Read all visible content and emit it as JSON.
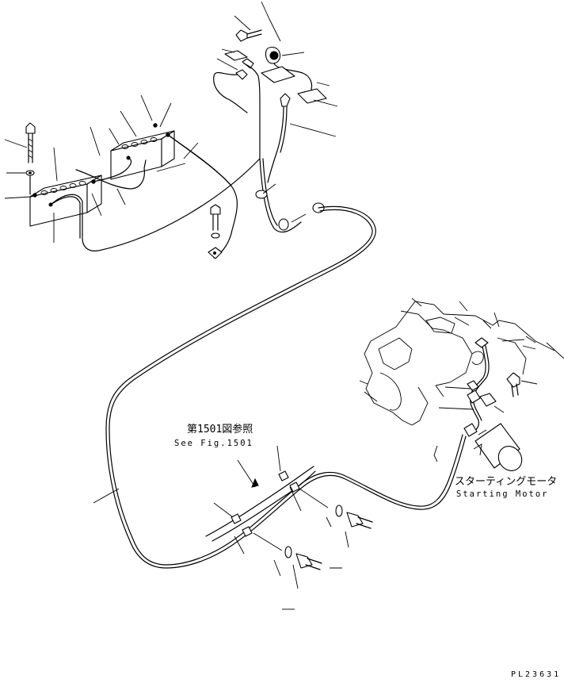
{
  "references": {
    "fig_ref_jp": "第1501図参照",
    "fig_ref_en": "See Fig.1501"
  },
  "components": {
    "starting_motor_jp": "スターティングモータ",
    "starting_motor_en": "Starting Motor"
  },
  "drawing_number": "PL23631"
}
